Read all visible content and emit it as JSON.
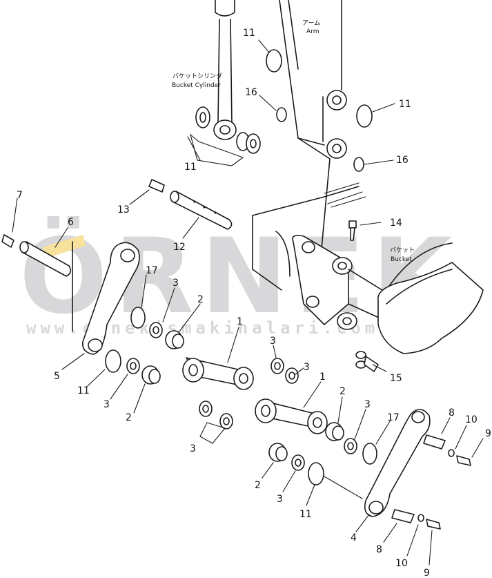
{
  "labels": {
    "arm_jp": "アーム",
    "arm_en": "Arm",
    "bucket_cylinder_jp": "バケットシリンダ",
    "bucket_cylinder_en": "Bucket Cylinder",
    "bucket_jp": "バケット",
    "bucket_en": "Bucket"
  },
  "watermark": {
    "brand": "ÖRNEK",
    "url": "www.ornekismakinalari.com.tr",
    "color": "#b9b9bd",
    "accent_color": "#f2c94c"
  },
  "callouts": [
    "11",
    "16",
    "11",
    "16",
    "11",
    "7",
    "13",
    "6",
    "14",
    "12",
    "17",
    "3",
    "2",
    "1",
    "5",
    "11",
    "3",
    "2",
    "3",
    "3",
    "1",
    "2",
    "3",
    "15",
    "17",
    "8",
    "10",
    "9",
    "3",
    "2",
    "3",
    "11",
    "4",
    "8",
    "10",
    "9"
  ]
}
